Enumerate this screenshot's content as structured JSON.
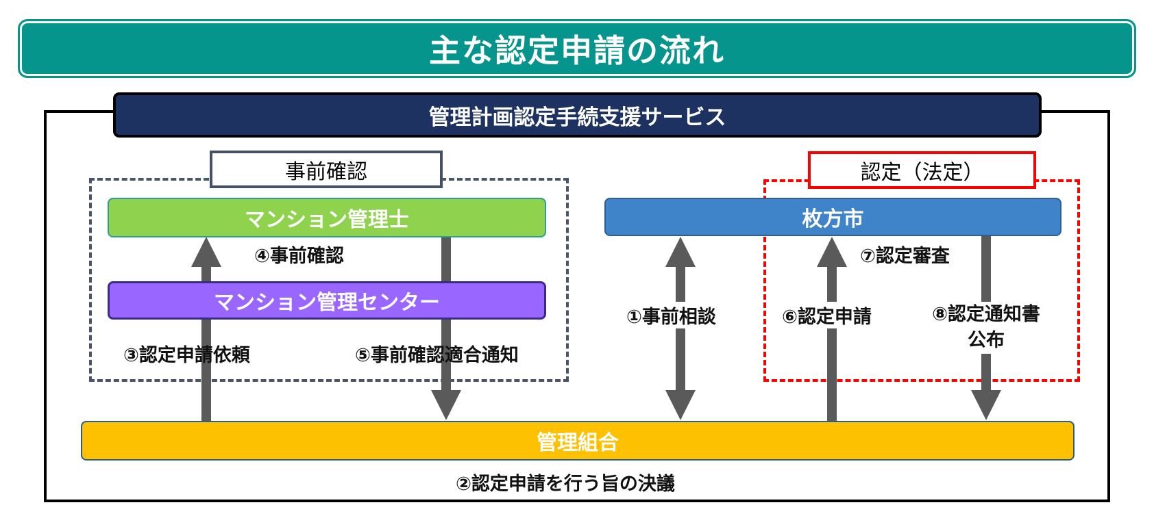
{
  "title": "主な認定申請の流れ",
  "service": {
    "label": "管理計画認定手続支援サービス"
  },
  "groups": {
    "pre_check": {
      "label": "事前確認"
    },
    "certification": {
      "label": "認定（法定）"
    }
  },
  "nodes": {
    "manager": "マンション管理士",
    "center": "マンション管理センター",
    "city": "枚方市",
    "union": "管理組合"
  },
  "steps": {
    "s1": "①事前相談",
    "s2": "②認定申請を行う旨の決議",
    "s3": "③認定申請依頼",
    "s4": "④事前確認",
    "s5": "⑤事前確認適合通知",
    "s6": "⑥認定申請",
    "s7": "⑦認定審査",
    "s8_line1": "⑧認定通知書",
    "s8_line2": "公布"
  },
  "colors": {
    "title_bg": "#05958c",
    "service_bg": "#1d3260",
    "manager_bg": "#8ed24e",
    "center_bg": "#9966ff",
    "city_bg": "#3f84c9",
    "union_bg": "#fdc102",
    "arrow": "#5a5a5a",
    "cert_border": "#ff0000"
  }
}
